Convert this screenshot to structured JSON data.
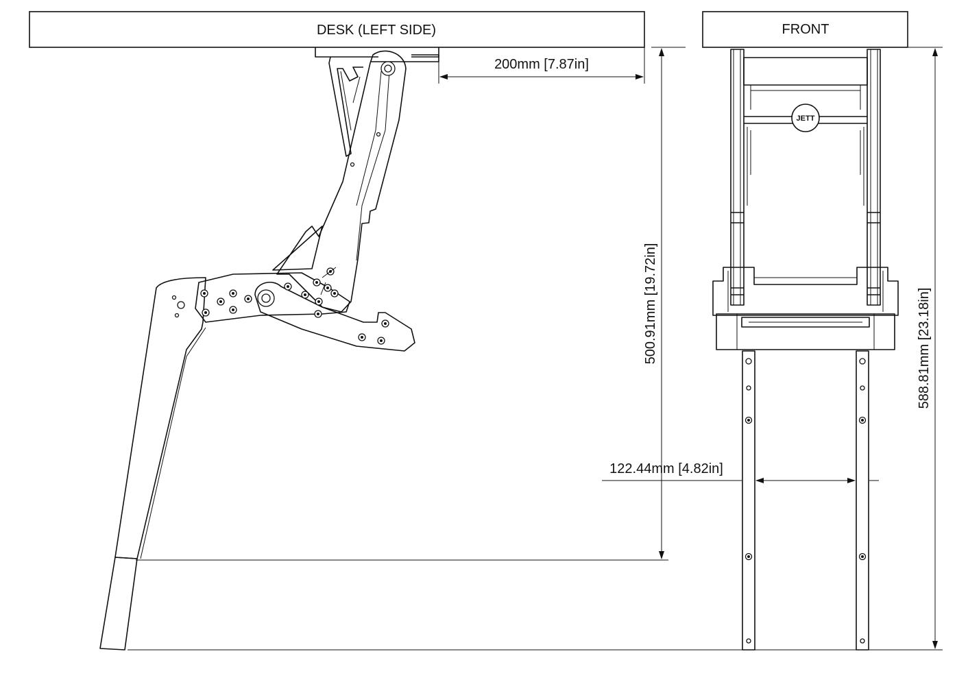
{
  "labels": {
    "desk_side": "DESK (LEFT SIDE)",
    "front": "FRONT",
    "brand": "JETT"
  },
  "dimensions": {
    "offset_from_desk_edge": "200mm [7.87in]",
    "side_height": "500.91mm [19.72in]",
    "front_height": "588.81mm [23.18in]",
    "leg_width": "122.44mm [4.82in]"
  }
}
